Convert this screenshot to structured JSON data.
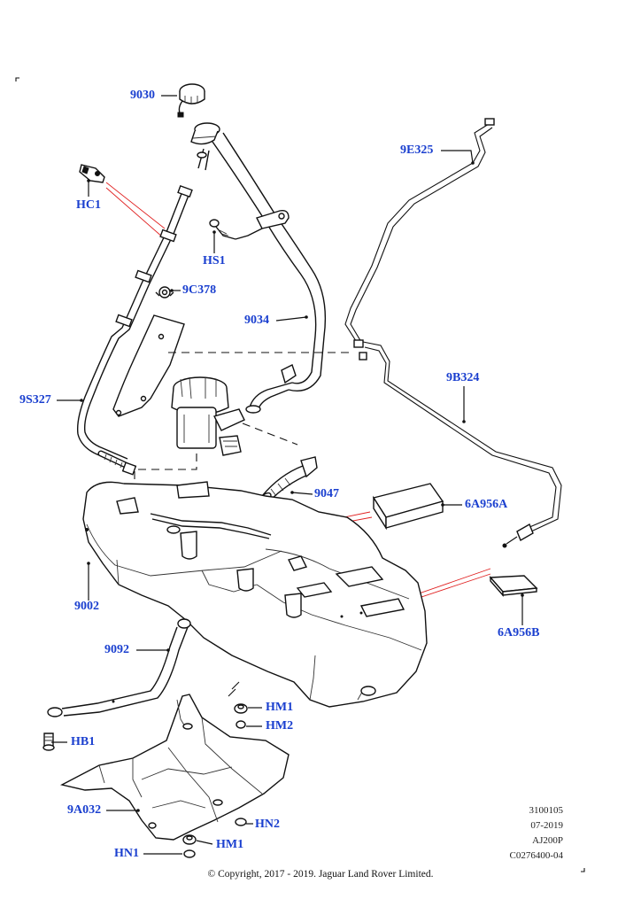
{
  "callouts": [
    {
      "id": "9030",
      "text": "9030"
    },
    {
      "id": "HC1",
      "text": "HC1"
    },
    {
      "id": "HS1",
      "text": "HS1"
    },
    {
      "id": "9C378",
      "text": "9C378"
    },
    {
      "id": "9034",
      "text": "9034"
    },
    {
      "id": "9S327",
      "text": "9S327"
    },
    {
      "id": "9E325",
      "text": "9E325"
    },
    {
      "id": "9B324",
      "text": "9B324"
    },
    {
      "id": "9047",
      "text": "9047"
    },
    {
      "id": "6A956A",
      "text": "6A956A"
    },
    {
      "id": "9002",
      "text": "9002"
    },
    {
      "id": "6A956B",
      "text": "6A956B"
    },
    {
      "id": "9092",
      "text": "9092"
    },
    {
      "id": "HM1_top",
      "text": "HM1"
    },
    {
      "id": "HM2",
      "text": "HM2"
    },
    {
      "id": "HB1",
      "text": "HB1"
    },
    {
      "id": "9A032",
      "text": "9A032"
    },
    {
      "id": "HN2",
      "text": "HN2"
    },
    {
      "id": "HM1_bottom",
      "text": "HM1"
    },
    {
      "id": "HN1",
      "text": "HN1"
    }
  ],
  "reference": {
    "line1": "3100105",
    "line2": "07-2019",
    "line3": "AJ200P",
    "line4": "C0276400-04"
  },
  "copyright": "© Copyright, 2017 - 2019. Jaguar Land Rover Limited.",
  "colors": {
    "callout": "#1a3fcf",
    "leader": "#111111",
    "highlight": "#e02020"
  }
}
